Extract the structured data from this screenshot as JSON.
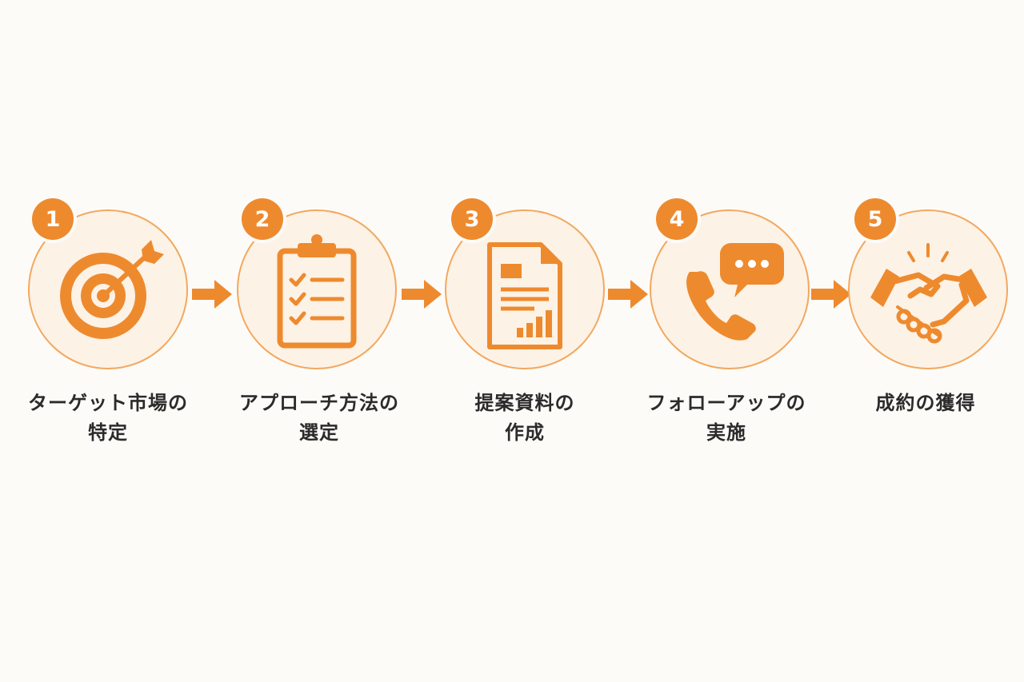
{
  "colors": {
    "accent": "#ee8a2e",
    "circle_fill": "#fdf2e6",
    "circle_stroke": "#f2a85e",
    "text": "#2b2b2b",
    "background": "#fdfbf8"
  },
  "steps": [
    {
      "number": "1",
      "icon": "target-icon",
      "label_lines": [
        "ターゲット市場の",
        "特定"
      ]
    },
    {
      "number": "2",
      "icon": "clipboard-checklist-icon",
      "label_lines": [
        "アプローチ方法の",
        "選定"
      ]
    },
    {
      "number": "3",
      "icon": "document-chart-icon",
      "label_lines": [
        "提案資料の",
        "作成"
      ]
    },
    {
      "number": "4",
      "icon": "phone-chat-icon",
      "label_lines": [
        "フォローアップの",
        "実施"
      ]
    },
    {
      "number": "5",
      "icon": "handshake-icon",
      "label_lines": [
        "成約の獲得"
      ]
    }
  ],
  "arrows": [
    "arrow-right-icon",
    "arrow-right-icon",
    "arrow-right-icon",
    "arrow-right-icon"
  ]
}
